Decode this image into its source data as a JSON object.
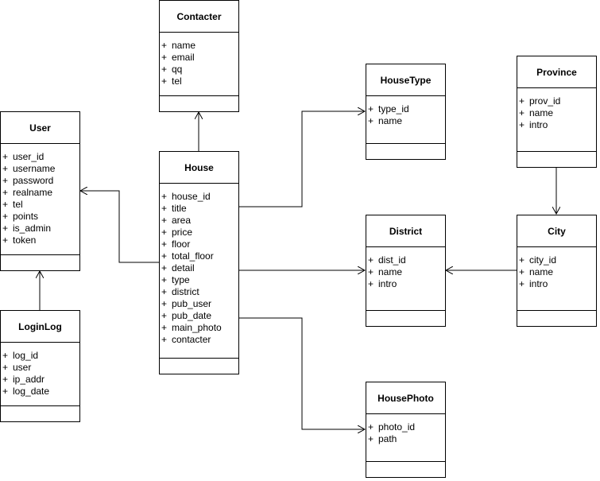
{
  "classes": [
    {
      "id": "contacter",
      "name": "Contacter",
      "attributes": [
        "name",
        "email",
        "qq",
        "tel"
      ]
    },
    {
      "id": "user",
      "name": "User",
      "attributes": [
        "user_id",
        "username",
        "password",
        "realname",
        "tel",
        "points",
        "is_admin",
        "token"
      ]
    },
    {
      "id": "house",
      "name": "House",
      "attributes": [
        "house_id",
        "title",
        "area",
        "price",
        "floor",
        "total_floor",
        "detail",
        "type",
        "district",
        "pub_user",
        "pub_date",
        "main_photo",
        "contacter"
      ]
    },
    {
      "id": "housetype",
      "name": "HouseType",
      "attributes": [
        "type_id",
        "name"
      ]
    },
    {
      "id": "province",
      "name": "Province",
      "attributes": [
        "prov_id",
        "name",
        "intro"
      ]
    },
    {
      "id": "district",
      "name": "District",
      "attributes": [
        "dist_id",
        "name",
        "intro"
      ]
    },
    {
      "id": "city",
      "name": "City",
      "attributes": [
        "city_id",
        "name",
        "intro"
      ]
    },
    {
      "id": "loginlog",
      "name": "LoginLog",
      "attributes": [
        "log_id",
        "user",
        "ip_addr",
        "log_date"
      ]
    },
    {
      "id": "housephoto",
      "name": "HousePhoto",
      "attributes": [
        "photo_id",
        "path"
      ]
    }
  ],
  "relations": [
    {
      "from": "house",
      "to": "contacter"
    },
    {
      "from": "house",
      "to": "user"
    },
    {
      "from": "house",
      "to": "housetype"
    },
    {
      "from": "house",
      "to": "district"
    },
    {
      "from": "house",
      "to": "housephoto"
    },
    {
      "from": "loginlog",
      "to": "user"
    },
    {
      "from": "province",
      "to": "city"
    },
    {
      "from": "city",
      "to": "district"
    }
  ],
  "attribute_prefix": "+"
}
